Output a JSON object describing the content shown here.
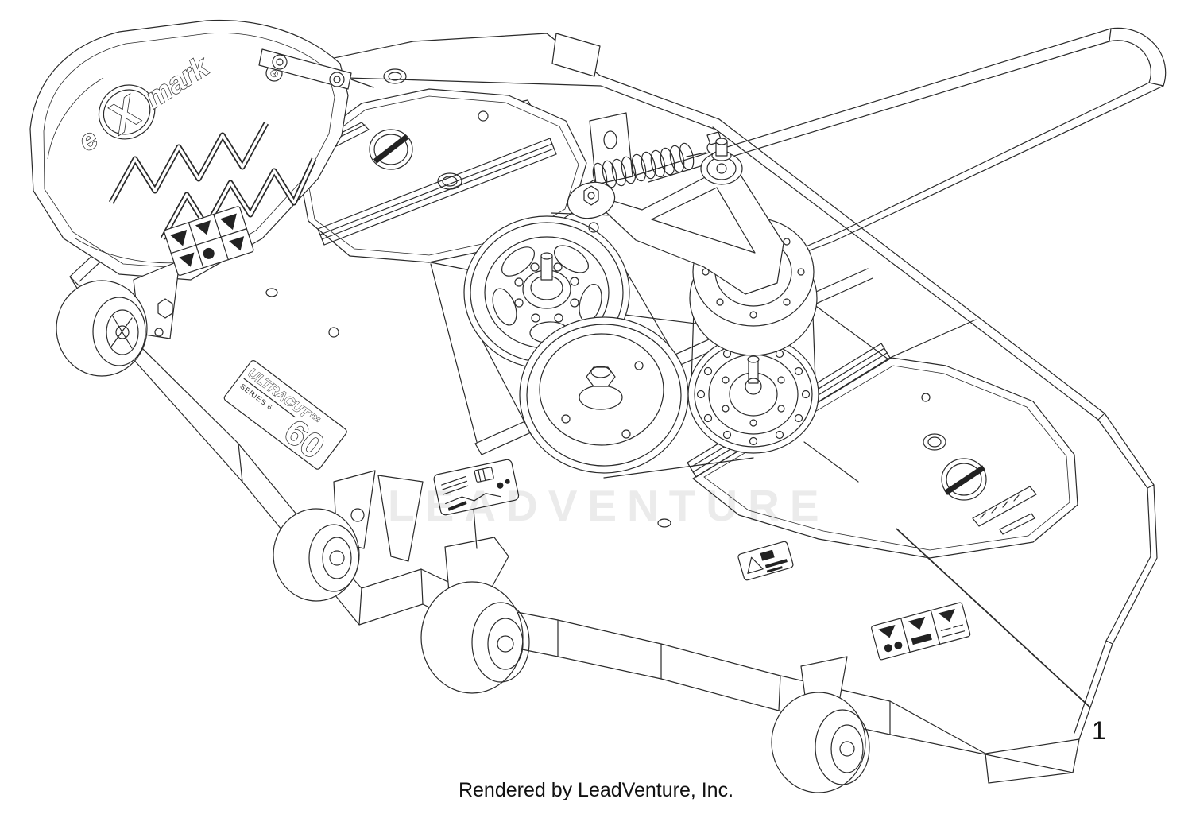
{
  "canvas": {
    "background": "#ffffff",
    "line_color": "#2a2a2a"
  },
  "watermark": {
    "text": "LEADVENTURE",
    "color": "#ebebeb"
  },
  "caption": {
    "text": "Rendered by LeadVenture, Inc."
  },
  "callout": {
    "label": "1"
  },
  "decals": {
    "brand_e": "e",
    "brand_x": "X",
    "brand_suffix": "mark",
    "registered": "®",
    "ultracut_line1": "ULTRACUT™",
    "ultracut_line2": "SERIES 6",
    "deck_size": "60"
  }
}
